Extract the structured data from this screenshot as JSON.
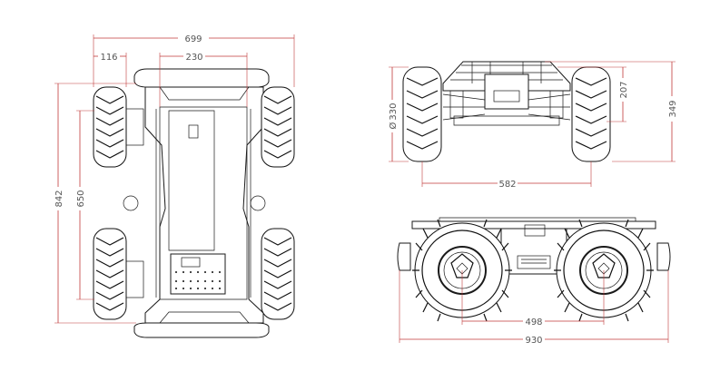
{
  "dimensions": {
    "top_overall_width": "699",
    "top_wheel_width": "116",
    "top_track_inner": "230",
    "top_overall_length": "842",
    "top_wheelbase": "650",
    "front_tire_diameter": "330",
    "front_diameter_symbol": "Ø",
    "front_ground_to_axle": "207",
    "front_overall_height": "349",
    "front_track": "582",
    "side_wheelbase": "498",
    "side_overall_length": "930"
  },
  "colors": {
    "dimension_line": "#c03a3a",
    "outline": "#1a1a1a",
    "label": "#555555"
  }
}
